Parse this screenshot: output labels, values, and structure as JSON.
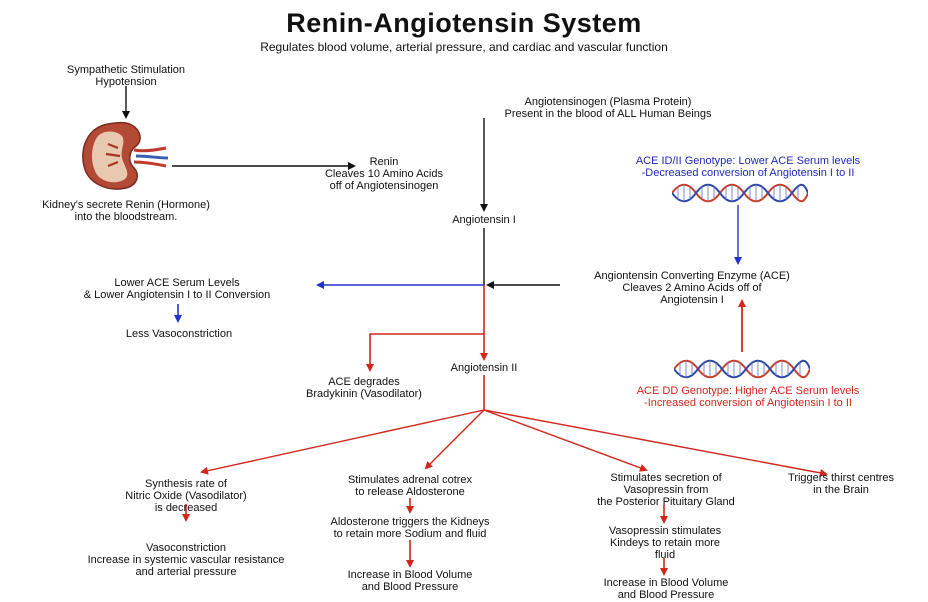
{
  "title": "Renin-Angiotensin System",
  "subtitle": "Regulates blood volume, arterial pressure, and cardiac and vascular function",
  "sympathetic": [
    "Sympathetic Stimulation",
    "Hypotension"
  ],
  "kidney_text": [
    "Kidney's secrete Renin (Hormone)",
    "into the bloodstream."
  ],
  "renin": [
    "Renin",
    "Cleaves 10 Amino Acids",
    "off of Angiotensinogen"
  ],
  "angiotensinogen": [
    "Angiotensinogen (Plasma Protein)",
    "Present in the blood of ALL Human Beings"
  ],
  "angiotensin1": "Angiotensin I",
  "angiotensin2": "Angiotensin II",
  "ace_id": [
    "ACE ID/II Genotype: Lower ACE Serum levels",
    "-Decreased conversion of Angiotensin I to II"
  ],
  "ace_dd": [
    "ACE DD Genotype: Higher ACE Serum levels",
    "-Increased conversion of Angiotensin I to II"
  ],
  "ace_enzyme": [
    "Angiontensin Converting Enzyme (ACE)",
    "Cleaves 2 Amino Acids off of",
    "Angiotensin I"
  ],
  "lower_ace": [
    "Lower ACE Serum Levels",
    "& Lower Angiotensin I to II Conversion"
  ],
  "less_vaso": "Less Vasoconstriction",
  "ace_degrades": [
    "ACE degrades",
    "Bradykinin (Vasodilator)"
  ],
  "nitric": [
    "Synthesis rate of",
    "Nitric Oxide (Vasodilator)",
    "is decreased"
  ],
  "vasoconstriction": [
    "Vasoconstriction",
    "Increase in systemic vascular resistance",
    "and arterial pressure"
  ],
  "adrenal": [
    "Stimulates adrenal cotrex",
    "to release Aldosterone"
  ],
  "aldosterone": [
    "Aldosterone triggers the Kidneys",
    "to retain more Sodium and fluid"
  ],
  "blood_vol_1": [
    "Increase in Blood Volume",
    "and Blood Pressure"
  ],
  "vasopressin": [
    "Stimulates secretion of",
    "Vasopressin from",
    "the Posterior Pituitary Gland"
  ],
  "vasopressin_kidneys": [
    "Vasopressin stimulates",
    "Kindeys to retain more",
    "fluid"
  ],
  "blood_vol_2": [
    "Increase in Blood Volume",
    "and Blood Pressure"
  ],
  "thirst": [
    "Triggers thirst centres",
    "in the Brain"
  ],
  "colors": {
    "black": "#111111",
    "blue": "#2233cc",
    "red": "#d2261c",
    "dna_red": "#c8402a",
    "dna_blue": "#2d4aa8"
  },
  "icons": {
    "kidney": "kidney-cross-section-image",
    "dna": "dna-double-helix-image"
  }
}
